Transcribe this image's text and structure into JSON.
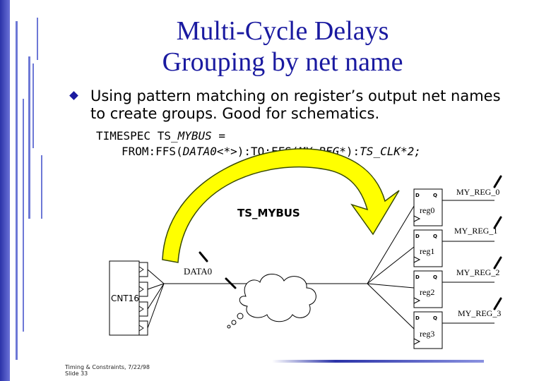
{
  "title": {
    "line1": "Multi-Cycle Delays",
    "line2": "Grouping by net name"
  },
  "bullet": {
    "text": "Using pattern matching on register’s output net names to create groups.  Good for schematics."
  },
  "timespec": {
    "line1": {
      "prefix": "TIMESPEC TS_",
      "name": "MYBUS",
      "suffix": " ="
    },
    "line2": {
      "p1": "FROM:FFS(",
      "p2": "DATA0<*>",
      "p3": "):TO:FFS(",
      "p4": "MY_REG*",
      "p5": "):",
      "p6": "TS_CLK*2;"
    }
  },
  "diagram": {
    "group_label": "TS_MYBUS",
    "counter_label": "CNT16",
    "data_label": "DATA0",
    "d_pin": "D",
    "q_pin": "Q",
    "registers": [
      {
        "name": "reg0",
        "net": "MY_REG_0"
      },
      {
        "name": "reg1",
        "net": "MY_REG_1"
      },
      {
        "name": "reg2",
        "net": "MY_REG_2"
      },
      {
        "name": "reg3",
        "net": "MY_REG_3"
      }
    ]
  },
  "footer": {
    "line1": "Timing & Constraints, 7/22/98",
    "line2": "Slide 33"
  },
  "colors": {
    "title": "#1a1aa0",
    "sidebar": "#2b33a8",
    "arrow_fill": "#ffff00",
    "arrow_edge": "#3a4b00"
  }
}
